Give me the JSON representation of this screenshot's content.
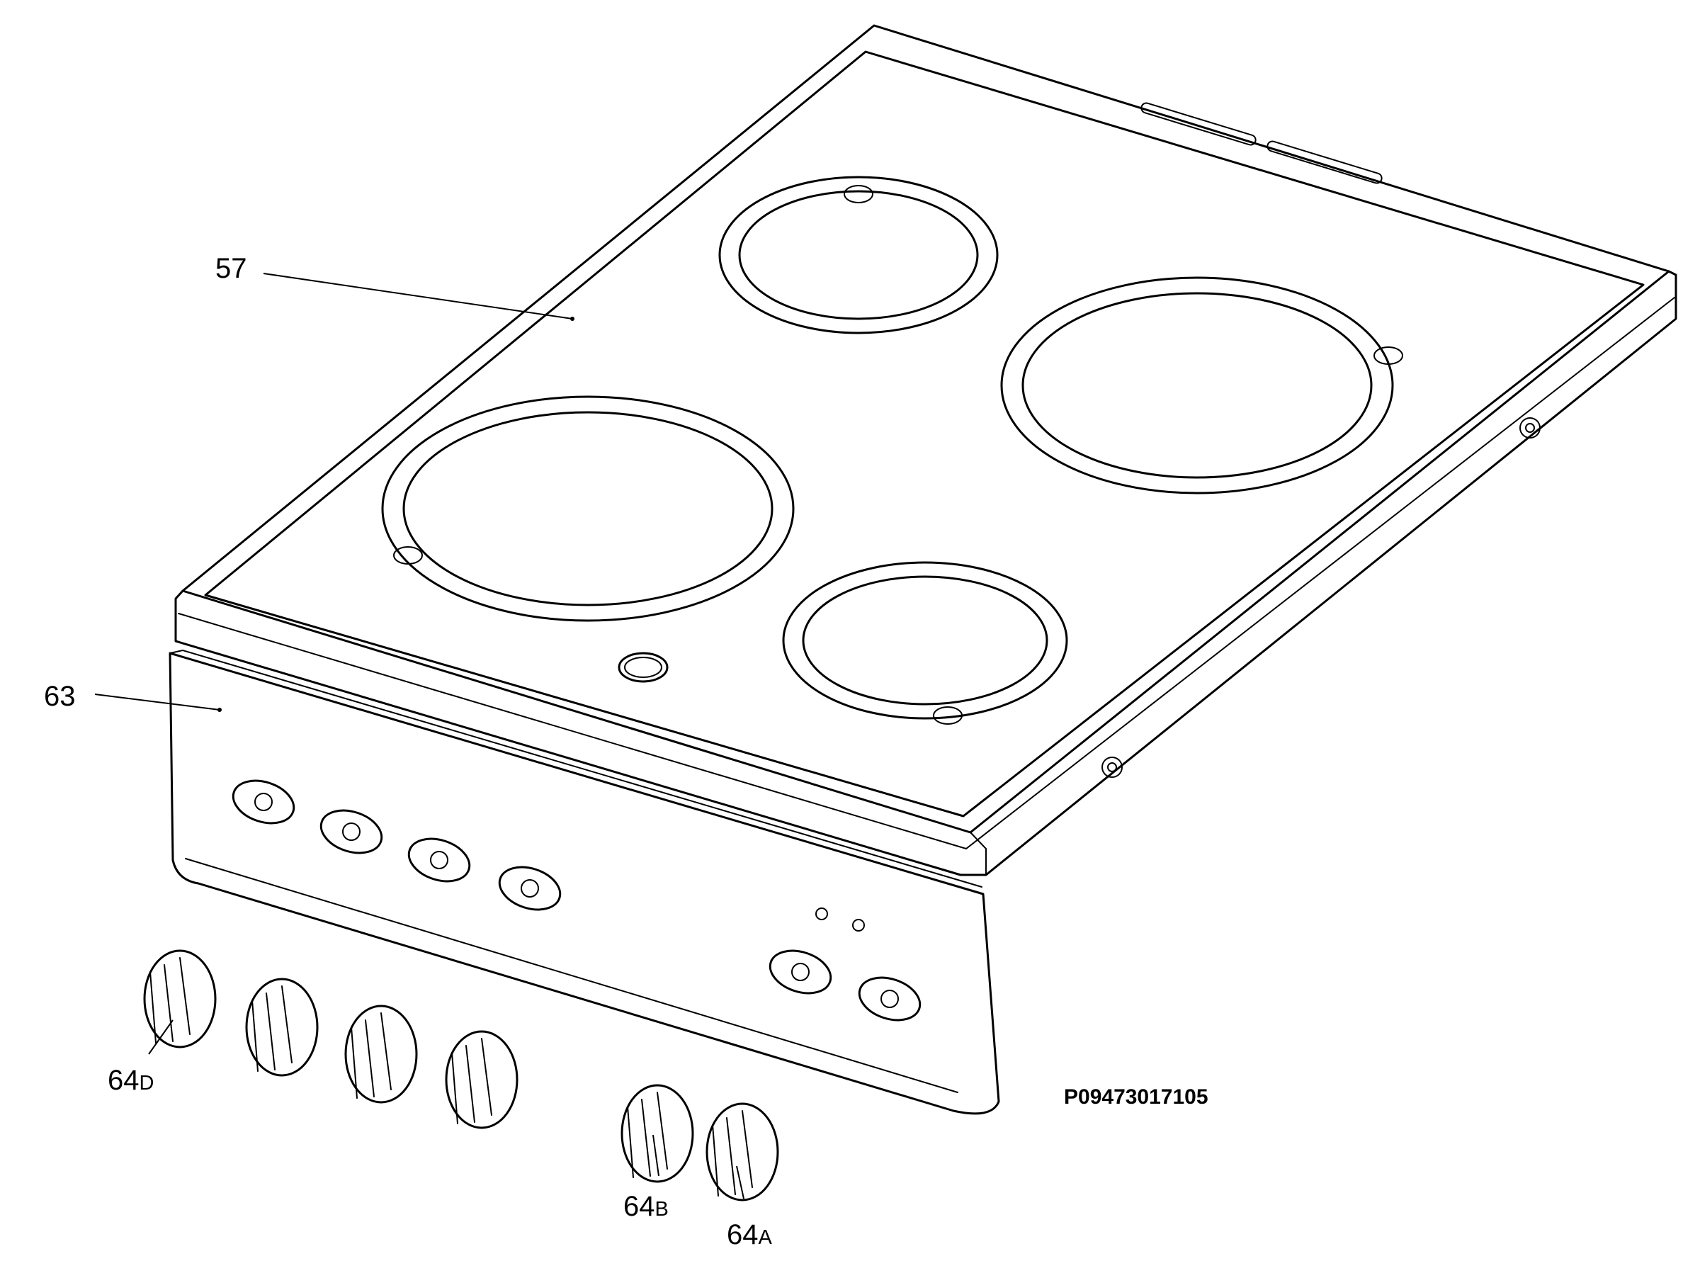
{
  "labels": {
    "hob": "57",
    "panel": "63",
    "knob_d": "64",
    "knob_d_suffix": "D",
    "knob_b": "64",
    "knob_b_suffix": "B",
    "knob_a": "64",
    "knob_a_suffix": "A",
    "drawing_code": "P09473017105"
  },
  "colors": {
    "line": "#000000",
    "background": "#ffffff"
  }
}
